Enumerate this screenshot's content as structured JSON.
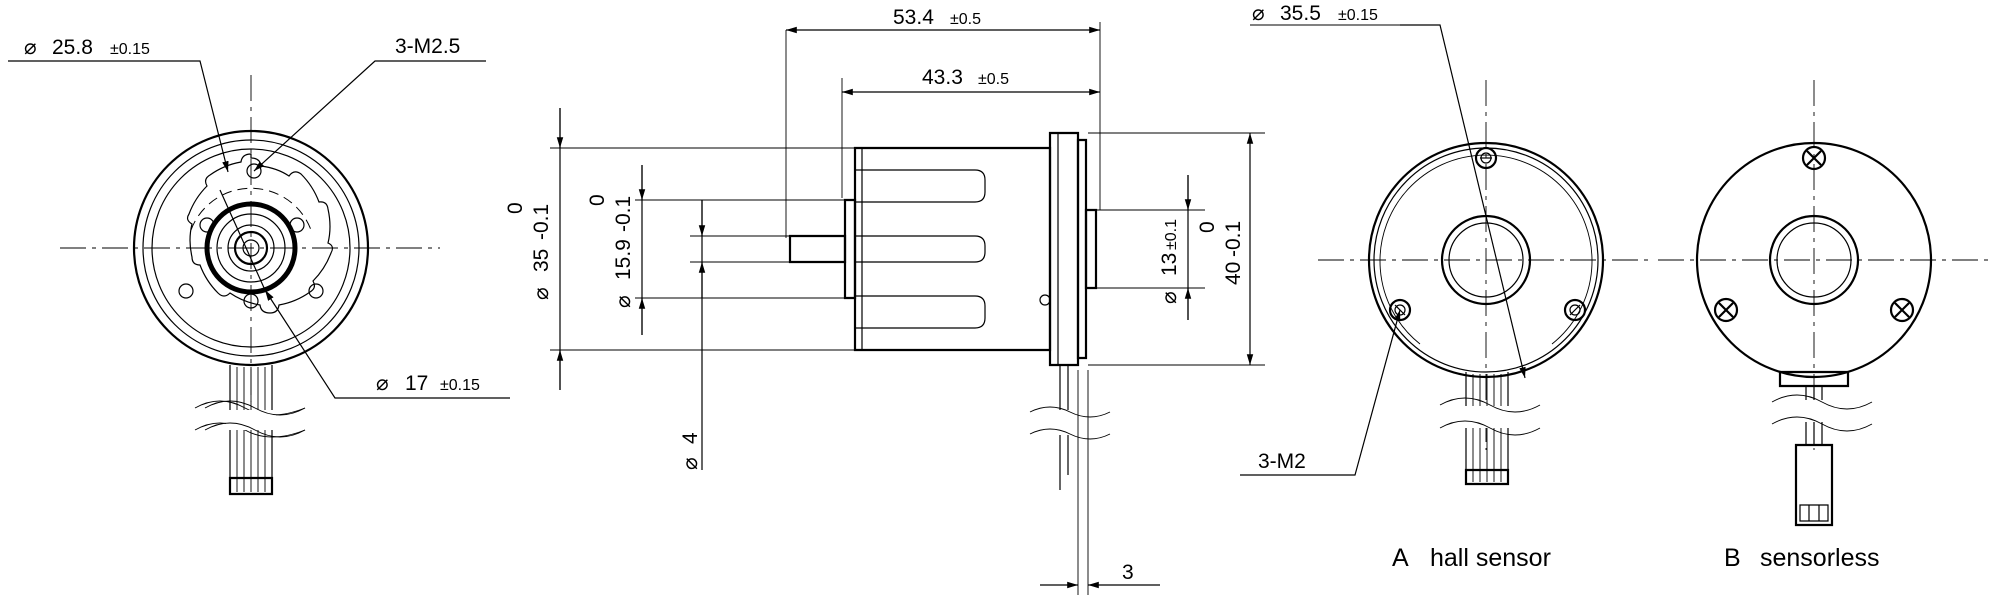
{
  "front_view": {
    "dim_outer": {
      "symbol": "⌀",
      "value": "25.8",
      "tol": "±0.15"
    },
    "thread": "3-M2.5",
    "dim_inner": {
      "symbol": "⌀",
      "value": "17",
      "tol": "±0.15"
    }
  },
  "side_view": {
    "length_total": {
      "value": "53.4",
      "tol": "±0.5"
    },
    "length_body": {
      "value": "43.3",
      "tol": "±0.5"
    },
    "dia_body": {
      "symbol": "⌀",
      "value": "35",
      "tol_upper": "0",
      "tol_lower": "-0.1"
    },
    "dia_boss": {
      "symbol": "⌀",
      "value": "15.9",
      "tol_upper": "0",
      "tol_lower": "-0.1"
    },
    "dia_shaft": {
      "symbol": "⌀",
      "value": "4"
    },
    "dia_hub": {
      "symbol": "⌀",
      "value": "13",
      "tol": "±0.1"
    },
    "height_flange": {
      "value": "40",
      "tol_upper": "0",
      "tol_lower": "-0.1"
    },
    "thickness": "3"
  },
  "rear_view_a": {
    "dim_outer": {
      "symbol": "⌀",
      "value": "35.5",
      "tol": "±0.15"
    },
    "thread": "3-M2",
    "label": {
      "letter": "A",
      "text": "hall sensor"
    }
  },
  "rear_view_b": {
    "label": {
      "letter": "B",
      "text": "sensorless"
    }
  }
}
